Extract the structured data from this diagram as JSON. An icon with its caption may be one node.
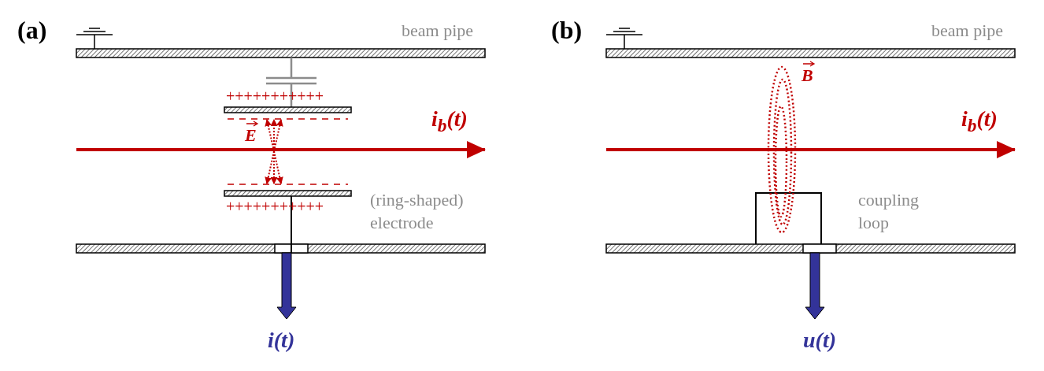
{
  "diagram": {
    "labels": [
      "(a)",
      "beam pipe",
      "+++++++++++",
      "i$_{b}$(t)",
      "E",
      "+++++++++++",
      "(ring-shaped) electrode",
      "i(t)",
      "(b)",
      "beam pipe",
      "B",
      "i$_{b}$(t)",
      "coupling loop",
      "u(t)"
    ]
  }
}
